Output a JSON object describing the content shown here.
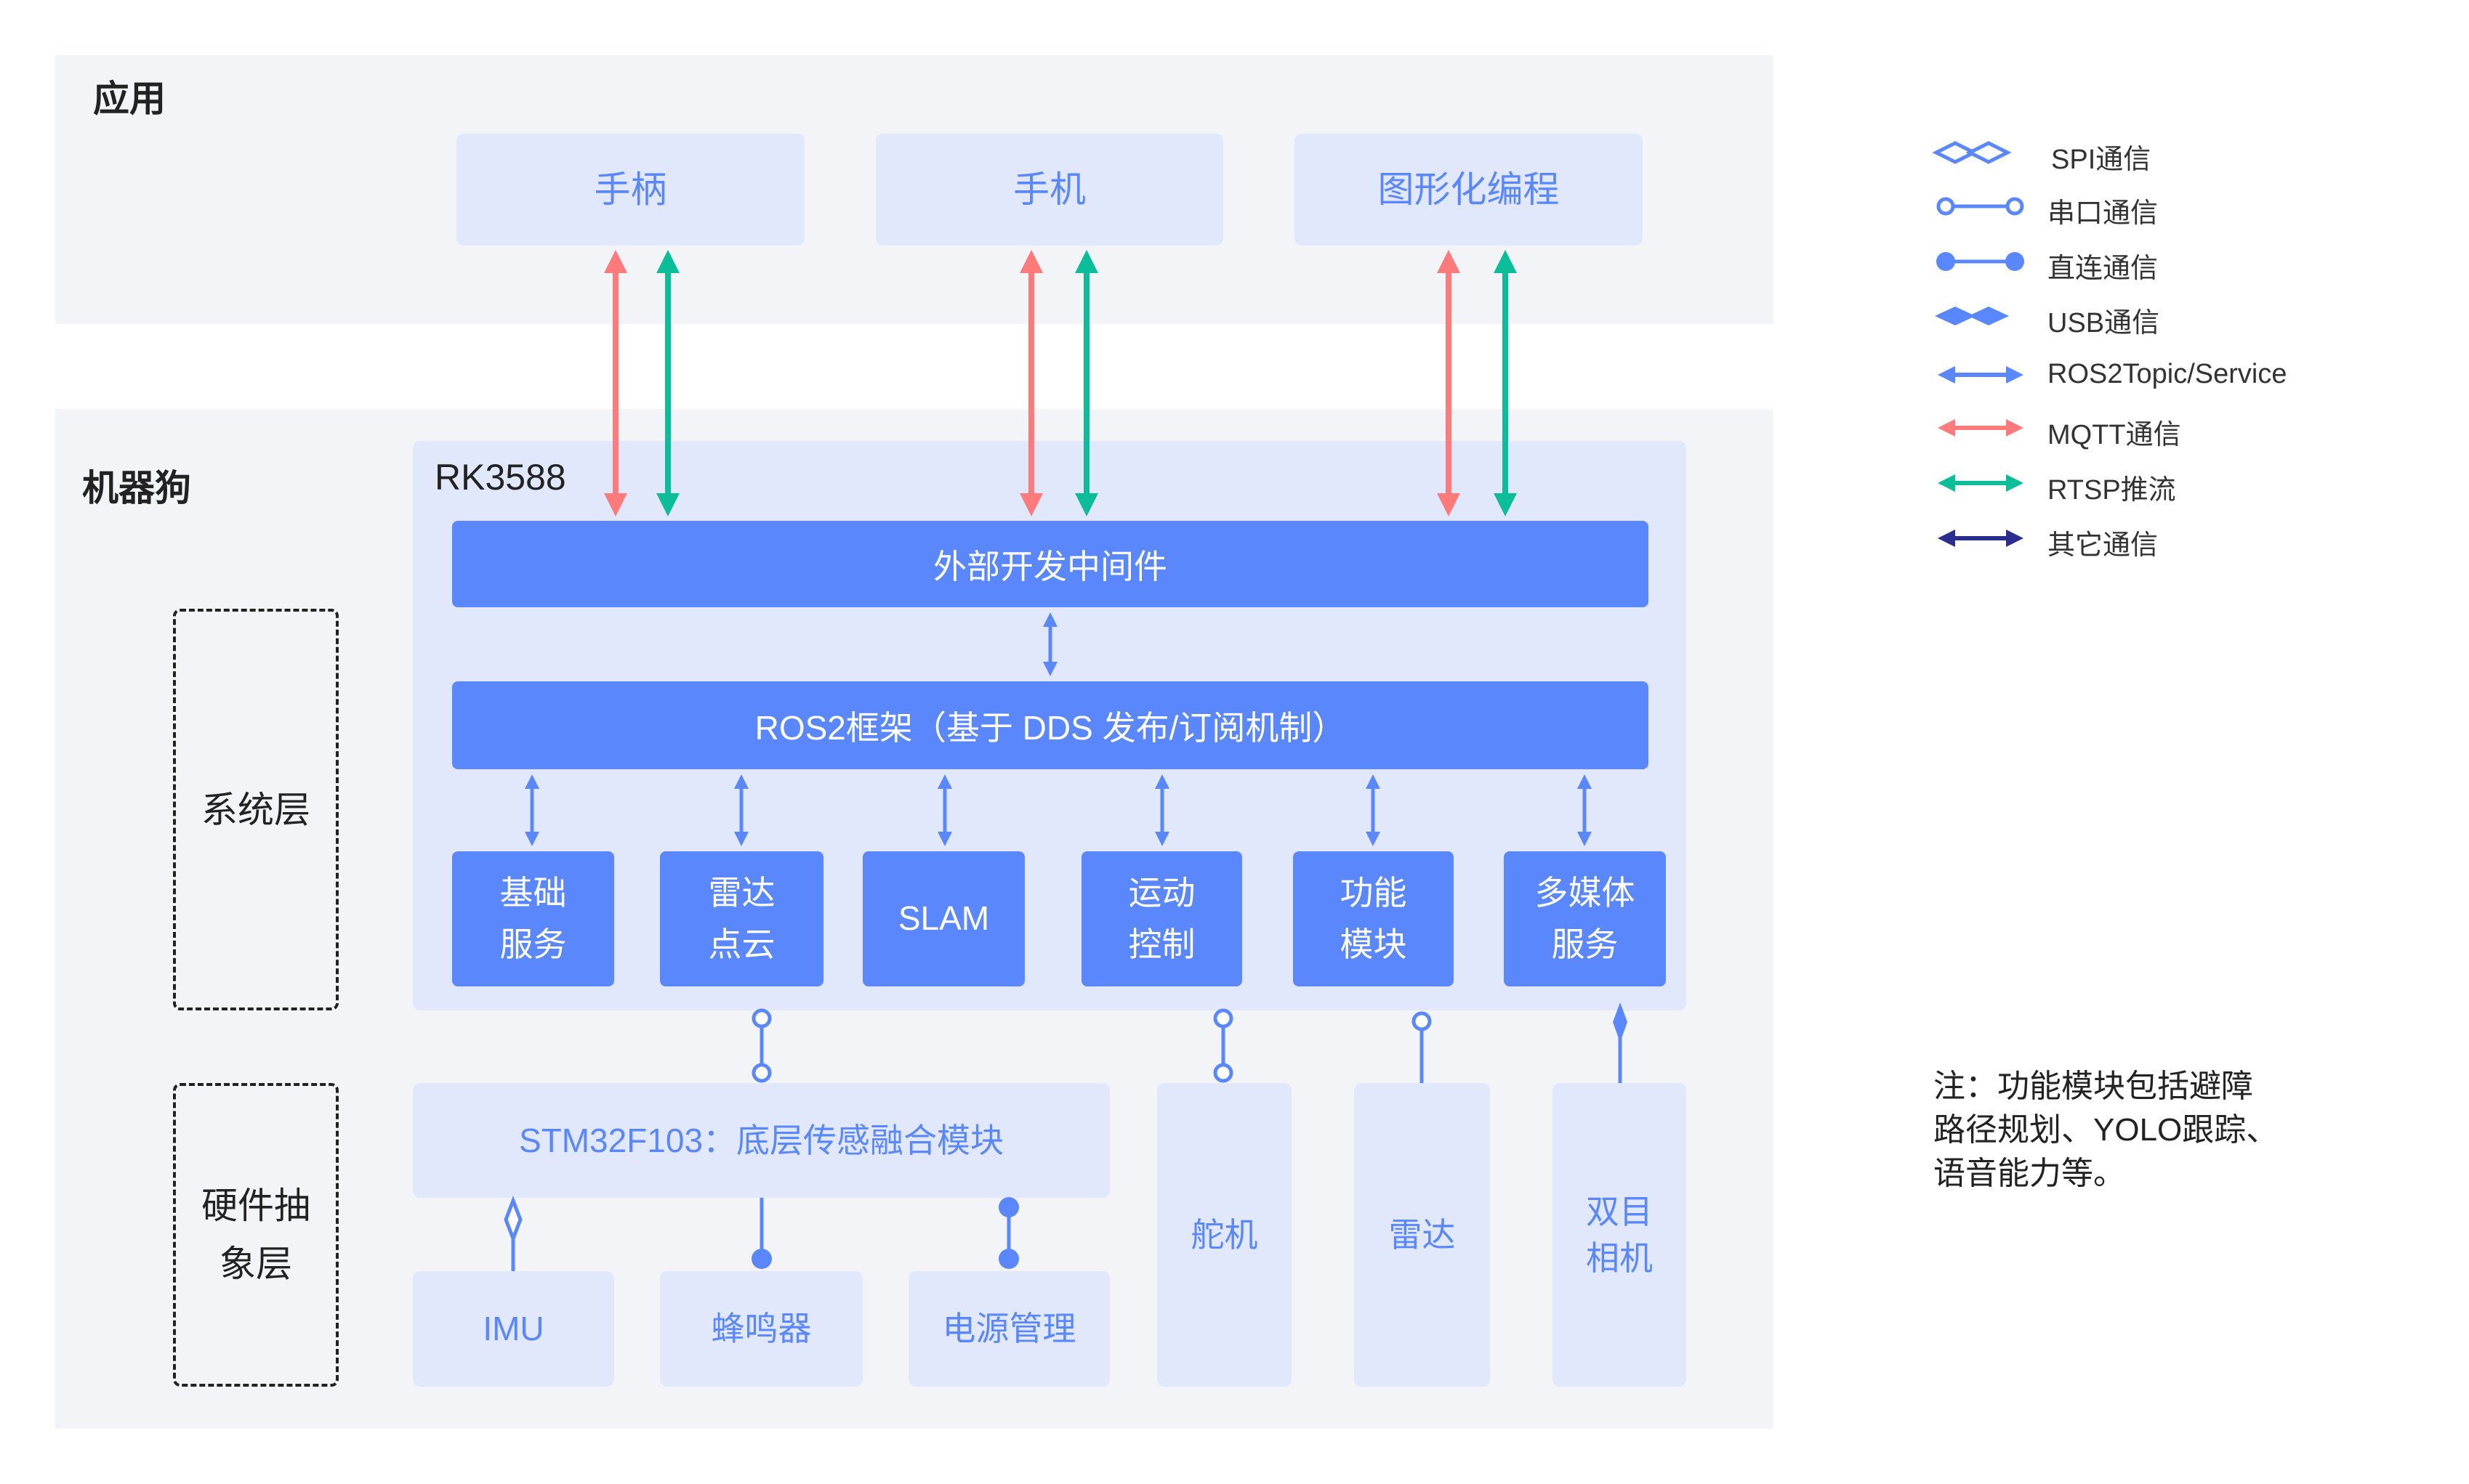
{
  "app_layer": {
    "title": "应用",
    "items": [
      "手柄",
      "手机",
      "图形化编程"
    ]
  },
  "robot_dog": {
    "title": "机器狗",
    "board": "RK3588",
    "middleware": "外部开发中间件",
    "ros2": "ROS2框架（基于 DDS 发布/订阅机制）",
    "modules": [
      "基础\n服务",
      "雷达\n点云",
      "SLAM",
      "运动\n控制",
      "功能\n模块",
      "多媒体\n服务"
    ],
    "system_layer": "系统层",
    "hal_layer": "硬件抽\n象层",
    "stm32": "STM32F103：底层传感融合模块",
    "peripherals": [
      "IMU",
      "蜂鸣器",
      "电源管理"
    ],
    "devices": [
      "舵机",
      "雷达",
      "双目\n相机"
    ]
  },
  "legend": [
    {
      "label": "SPI通信",
      "icon": "spi-hollow-diamond-line"
    },
    {
      "label": "串口通信",
      "icon": "serial-hollow-circle-line"
    },
    {
      "label": "直连通信",
      "icon": "direct-filled-circle-line"
    },
    {
      "label": "USB通信",
      "icon": "usb-filled-diamond-line"
    },
    {
      "label": "ROS2Topic/Service",
      "icon": "double-arrow",
      "color": "#5b87fc"
    },
    {
      "label": "MQTT通信",
      "icon": "double-arrow",
      "color": "#ff7a7a"
    },
    {
      "label": "RTSP推流",
      "icon": "double-arrow",
      "color": "#0bbd98"
    },
    {
      "label": "其它通信",
      "icon": "double-arrow",
      "color": "#2b2e8c"
    }
  ],
  "note": "注：功能模块包括避障\n路径规划、YOLO跟踪、\n语音能力等。",
  "colors": {
    "blue": "#5b87fc",
    "red": "#ff7a7a",
    "green": "#0bbd98",
    "navy": "#2b2e8c",
    "panel": "#f2f4f8",
    "box": "#e1e8fb"
  }
}
